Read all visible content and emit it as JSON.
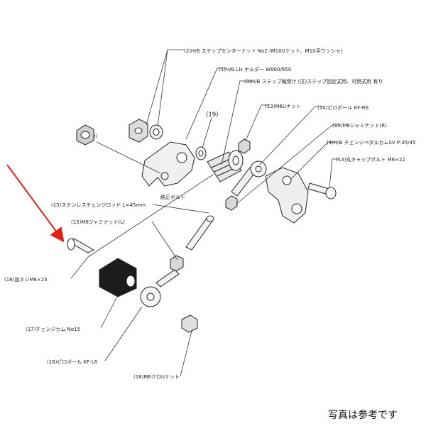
{
  "watermark": "hirochi",
  "labels": {
    "center_nut": "(2)H/B ステップセンターナット No2 (M10Uナット、M10平ワッシャ)",
    "lh_holder": "(1)H/B LH ホルダー W800/650",
    "step_bearing": "(3)H/B ステップ軸受け (注)ステップ固定式用、可倒式用 有り",
    "part19": "(19)",
    "m6u_nut": "(13)M6Uナット",
    "pillow_r6": "(14)ピロボール KF-R6",
    "jam_nut_r": "(15)M6ジャミナット(R)",
    "change_pedal": "(4)H/B チェンジペダルカムSV P-35/45",
    "cap_bolt": "(13)丸キャップボルト M6×22",
    "genuine_bolt": "純正ボルト",
    "rod": "(15)ステンレスチェンジロッド L=45mm",
    "jam_nut_l": "(15)M6ジャミナット(L)",
    "flat_screw": "(18)皿ネジM6×25",
    "change_cam": "(17)チェンジカム No15",
    "pillow_l6": "(16)ピロボール KF-L6",
    "cap_nut": "(18)M6クロUナット"
  },
  "note": "写真は参考です",
  "colors": {
    "line": "#222222",
    "arrow": "#e0201b",
    "part_fill": "#f4f4f4",
    "dark_fill": "#1c1c1c"
  }
}
